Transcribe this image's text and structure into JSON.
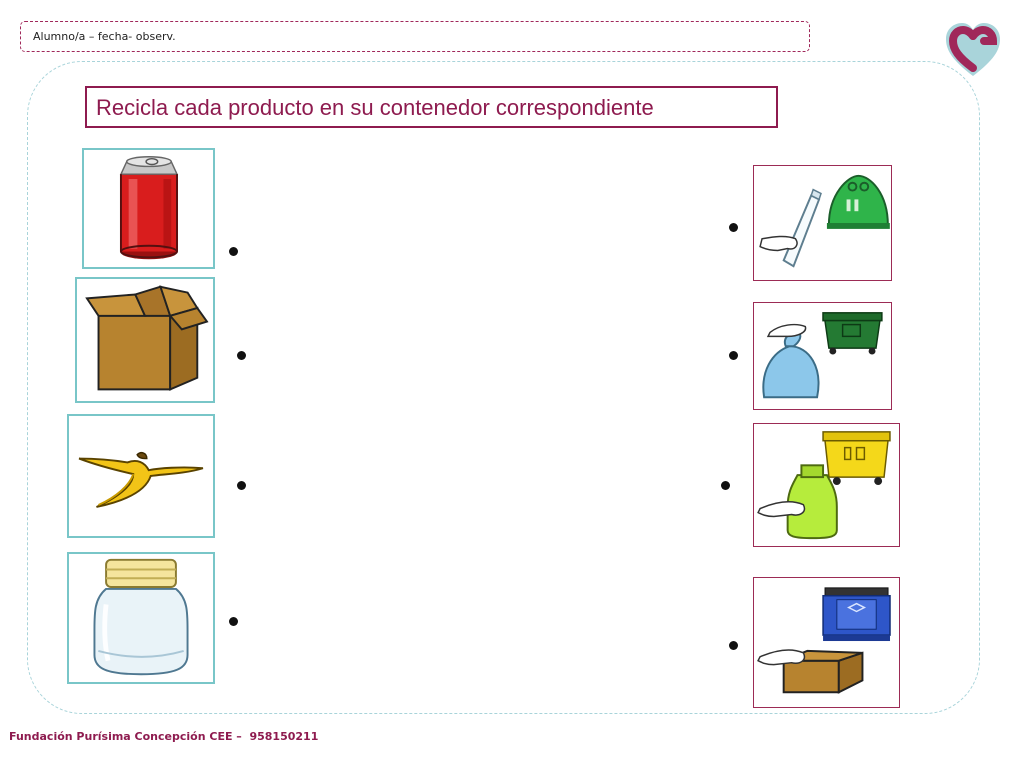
{
  "header": {
    "text": "Alumno/a – fecha- observ."
  },
  "title": {
    "text": "Recicla cada producto en su contenedor correspondiente"
  },
  "footer": {
    "text": "Fundación Purísima Concepción CEE –  958150211"
  },
  "colors": {
    "brand": "#8e1b4f",
    "teal_border": "#79c6c8",
    "panel_border": "#a9d4da"
  },
  "products": [
    {
      "name": "soda-can",
      "icon": "soda-can-icon"
    },
    {
      "name": "cardboard-box",
      "icon": "cardboard-box-icon"
    },
    {
      "name": "banana-peel",
      "icon": "banana-peel-icon"
    },
    {
      "name": "glass-jar",
      "icon": "glass-jar-icon"
    }
  ],
  "containers": [
    {
      "name": "glass-container",
      "icon": "green-igloo-container-icon"
    },
    {
      "name": "organic-container",
      "icon": "dark-green-bin-icon"
    },
    {
      "name": "plastic-container",
      "icon": "yellow-bin-icon"
    },
    {
      "name": "paper-container",
      "icon": "blue-bin-icon"
    }
  ]
}
